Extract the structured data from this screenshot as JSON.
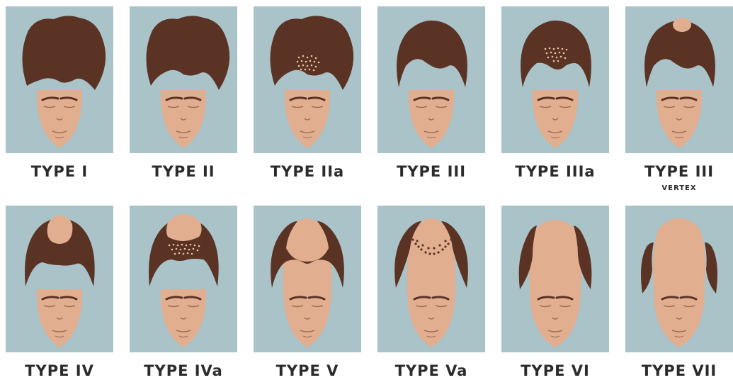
{
  "colors": {
    "background_panel": "#a9c3c8",
    "skin": "#e2ae90",
    "hair": "#5b3325",
    "feature_lines": "#a56f55",
    "dots": "#e8c2a8",
    "label": "#2b2b2b"
  },
  "rows": [
    [
      {
        "label": "TYPE I",
        "sublabel": "",
        "icon": "face-full-hair"
      },
      {
        "label": "TYPE II",
        "sublabel": "",
        "icon": "face-slight-recession"
      },
      {
        "label": "TYPE IIa",
        "sublabel": "",
        "icon": "face-frontal-thinning"
      },
      {
        "label": "TYPE III",
        "sublabel": "",
        "icon": "face-deep-temples"
      },
      {
        "label": "TYPE IIIa",
        "sublabel": "",
        "icon": "face-frontal-recession-dots"
      },
      {
        "label": "TYPE III",
        "sublabel": "VERTEX",
        "icon": "face-vertex-loss"
      }
    ],
    [
      {
        "label": "TYPE IV",
        "sublabel": "",
        "icon": "face-crown-and-temples"
      },
      {
        "label": "TYPE IVa",
        "sublabel": "",
        "icon": "face-crown-with-dots"
      },
      {
        "label": "TYPE V",
        "sublabel": "",
        "icon": "face-narrow-bridge"
      },
      {
        "label": "TYPE Va",
        "sublabel": "",
        "icon": "face-bridge-dots"
      },
      {
        "label": "TYPE VI",
        "sublabel": "",
        "icon": "face-side-patches"
      },
      {
        "label": "TYPE VII",
        "sublabel": "",
        "icon": "face-horseshoe"
      }
    ]
  ]
}
